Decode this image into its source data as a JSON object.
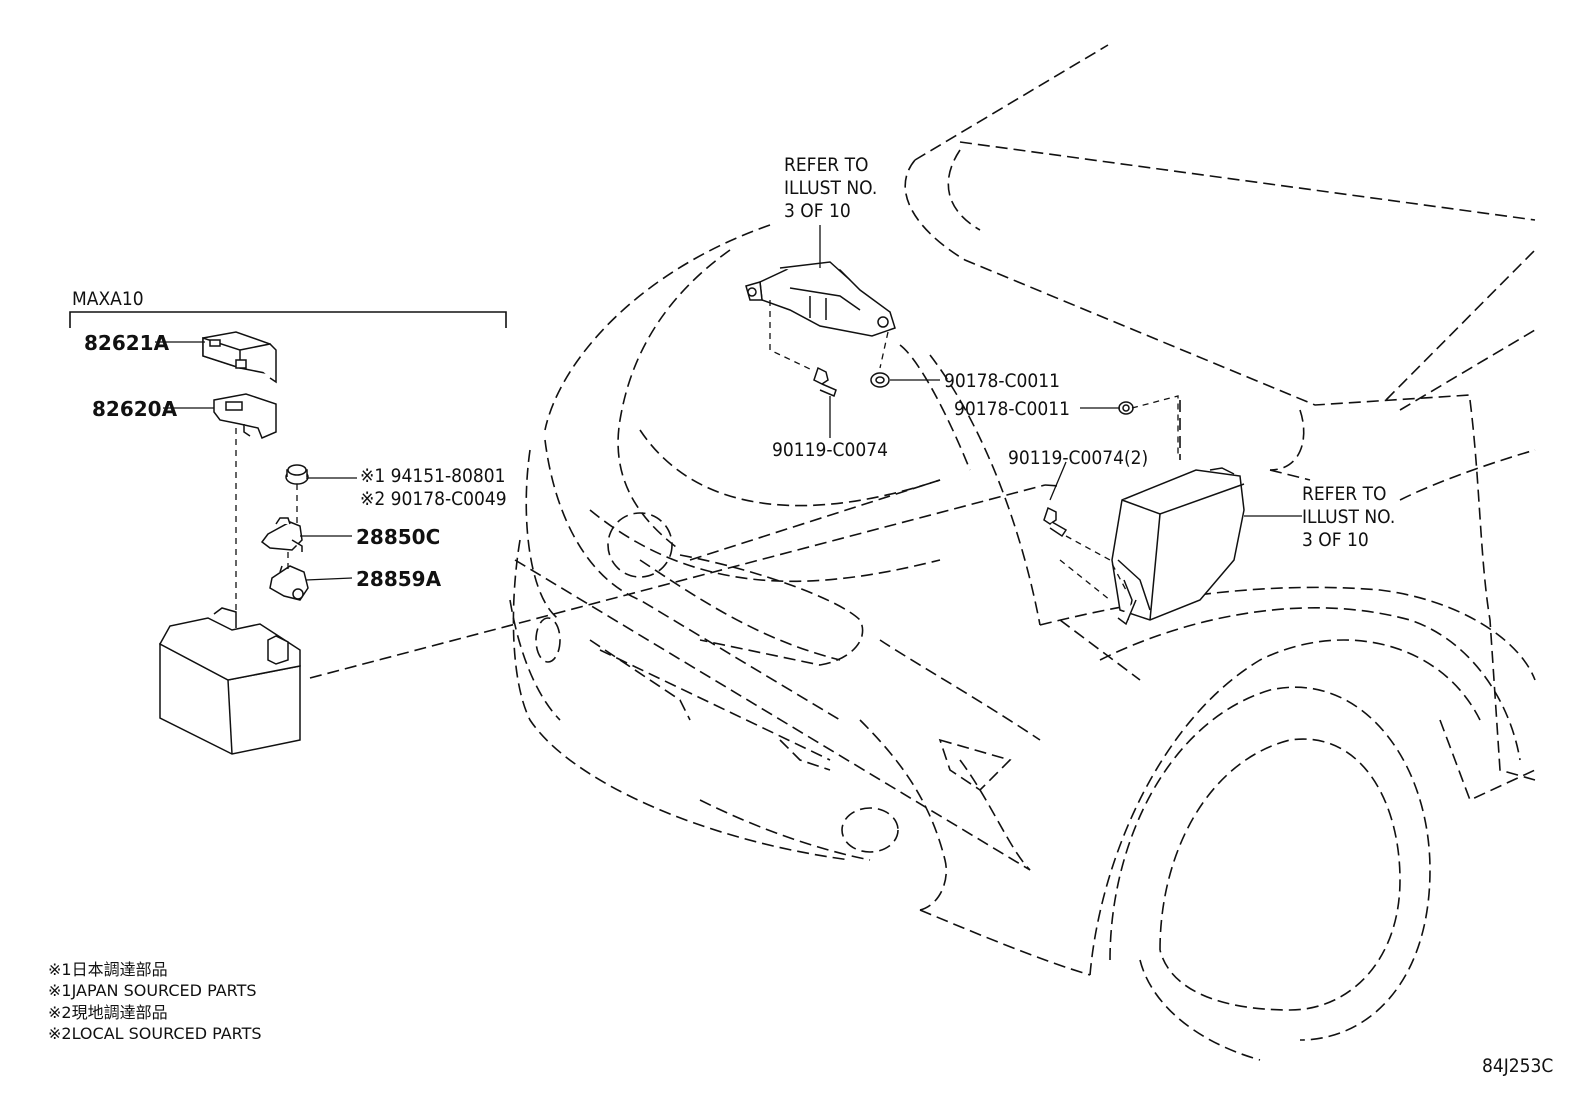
{
  "diagram": {
    "group_label": "MAXA10",
    "refer_top": [
      "REFER TO",
      "ILLUST NO.",
      "3 OF 10"
    ],
    "refer_right": [
      "REFER TO",
      "ILLUST NO.",
      "3 OF 10"
    ],
    "parts": {
      "p82621a": "82621A",
      "p82620a": "82620A",
      "p94151": "※1 94151-80801",
      "p90178c0049": "※2 90178-C0049",
      "p28850c": "28850C",
      "p28859a": "28859A",
      "p90178a": "90178-C0011",
      "p90178b": "90178-C0011",
      "p90119a": "90119-C0074",
      "p90119b": "90119-C0074(2)"
    },
    "notes": [
      "※1日本調達部品",
      "※1JAPAN SOURCED PARTS",
      "※2現地調達部品",
      "※2LOCAL SOURCED PARTS"
    ],
    "diagram_id": "84J253C"
  }
}
